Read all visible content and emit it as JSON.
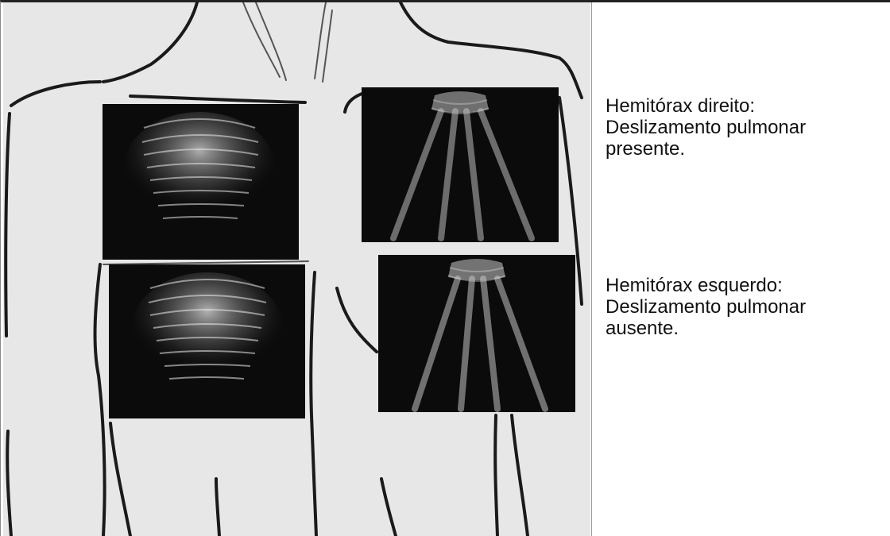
{
  "captions": {
    "right": {
      "line1": "Hemitórax direito:",
      "line2": "Deslizamento pulmonar",
      "line3": "presente."
    },
    "left": {
      "line1": "Hemitórax esquerdo:",
      "line2": "Deslizamento pulmonar",
      "line3": "ausente."
    }
  },
  "images": [
    {
      "name": "ultrasound-right-upper",
      "pattern": "horizontal-artifacts"
    },
    {
      "name": "ultrasound-right-lower",
      "pattern": "horizontal-artifacts"
    },
    {
      "name": "ultrasound-left-upper",
      "pattern": "vertical-rays"
    },
    {
      "name": "ultrasound-left-lower",
      "pattern": "vertical-rays"
    }
  ],
  "colors": {
    "panel_background": "#e6e7e6",
    "outline_stroke": "#1a1a1a",
    "ultrasound_background": "#0b0b0b",
    "caption_text": "#111111"
  }
}
